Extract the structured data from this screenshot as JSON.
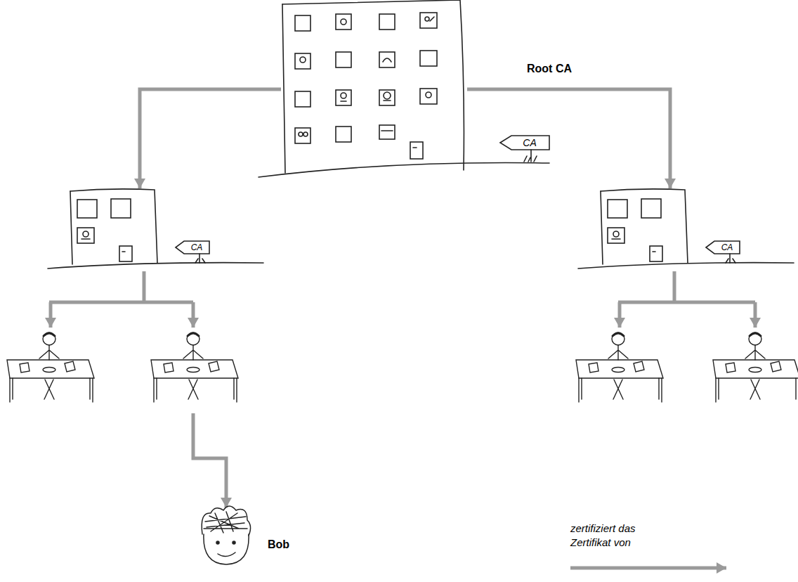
{
  "diagram": {
    "nodes": [
      {
        "text": [
          "Root CA",
          "CA"
        ]
      },
      {
        "text": [
          "CA"
        ]
      },
      {
        "text": [
          "CA"
        ]
      },
      {
        "text": [
          "Bob"
        ]
      }
    ],
    "edges": [
      {
        "from": 0,
        "to": 1,
        "arrow": "to"
      },
      {
        "from": 0,
        "to": 2,
        "arrow": "to"
      }
    ],
    "legend": [
      {
        "text": "zertifiziert das Zertifikat von"
      }
    ]
  }
}
